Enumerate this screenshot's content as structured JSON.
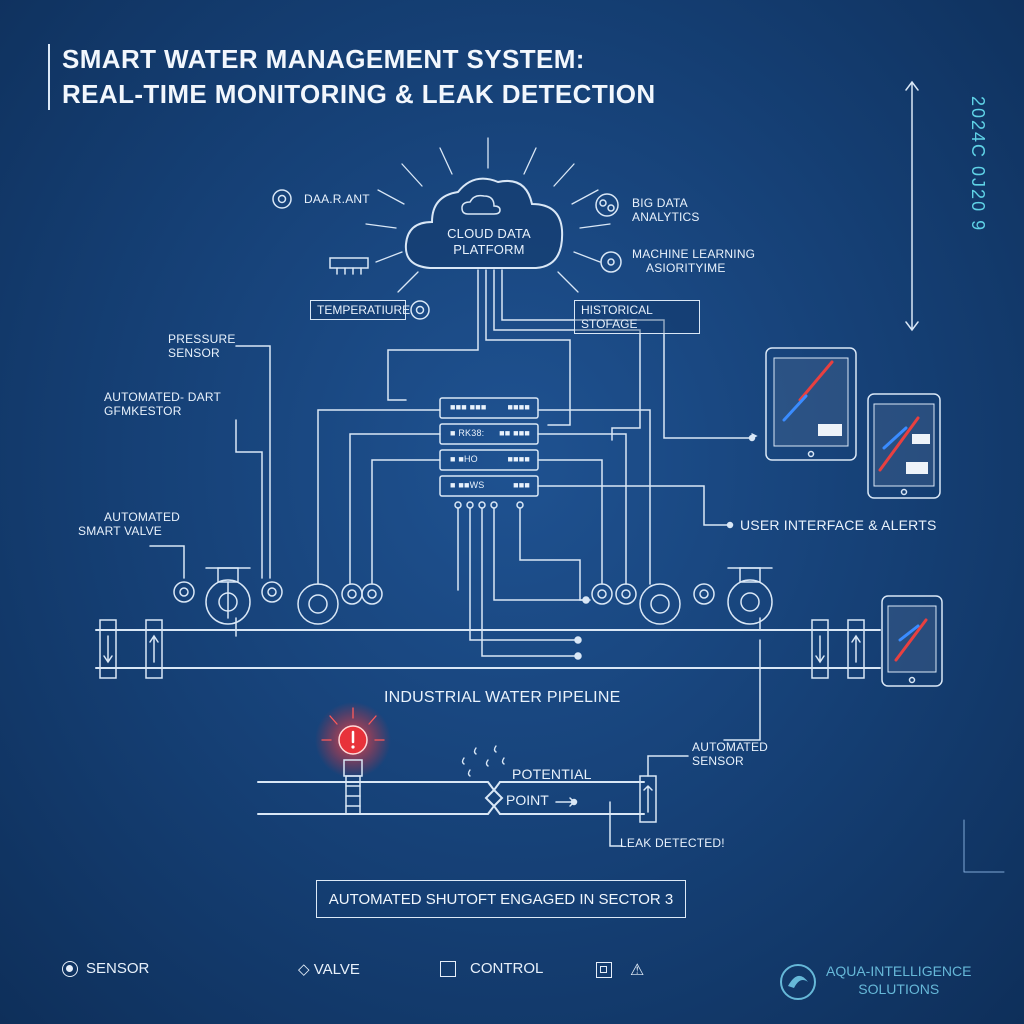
{
  "title": {
    "line1": "SMART WATER MANAGEMENT SYSTEM:",
    "line2": "REAL-TIME MONITORING & LEAK DETECTION"
  },
  "vertical_code": "2024C 0J20 9",
  "cloud": {
    "label_line1": "CLOUD DATA",
    "label_line2": "PLATFORM",
    "icon": "cloud-icon"
  },
  "cloud_labels": {
    "data_plant": "DAA.R.ANT",
    "big_data_line1": "BIG DATA",
    "big_data_line2": "ANALYTICS",
    "ml_line1": "MACHINE LEARNING",
    "ml_line2": "ASIORITYIME",
    "temperature": "TEMPERATIURE",
    "historical": "HISTORICAL STOFAGE"
  },
  "left_labels": {
    "pressure_line1": "PRESSURE",
    "pressure_line2": "SENSOR",
    "automated_line1": "AUTOMATED- DART",
    "automated_line2": "GFMKESTOR",
    "valve_line1": "AUTOMATED",
    "valve_line2": "SMART VALVE"
  },
  "server": {
    "rows": [
      {
        "left": "■■■ ■■■",
        "right": "■■■■"
      },
      {
        "left": "■ RK38:",
        "right": "■■ ■■■"
      },
      {
        "left": "■ ■HO",
        "right": "■■■■"
      },
      {
        "left": "■ ■■WS",
        "right": "■■■"
      }
    ]
  },
  "user_interface": "USER INTERFACE & ALERTS",
  "pipeline_label": "INDUSTRIAL WATER PIPELINE",
  "leak": {
    "potential": "POTENTIAL",
    "point": "POINT",
    "sensor_line1": "AUTOMATED",
    "sensor_line2": "SENSOR",
    "detected": "LEAK DETECTED!",
    "alert_color": "#e8323a"
  },
  "banner": "AUTOMATED SHUTOFT ENGAGED IN SECTOR 3",
  "legend": {
    "sensor": "SENSOR",
    "valve": "◇ VALVE",
    "control": "CONTROL",
    "warning_icon": "warning-icon"
  },
  "brand": {
    "line1": "AQUA-INTELLIGENCE",
    "line2": "SOLUTIONS",
    "color": "#66b8d8"
  },
  "colors": {
    "background": "#153f74",
    "line": "#d9e7f6",
    "accent_cyan": "#5fd2e6",
    "alert_red": "#e8323a"
  }
}
